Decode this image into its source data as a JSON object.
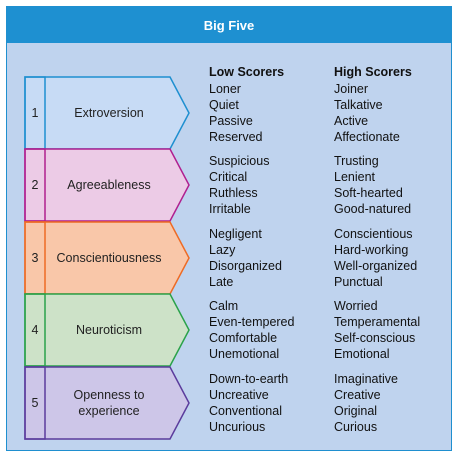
{
  "title": "Big Five",
  "headers": {
    "low": "Low Scorers",
    "high": "High Scorers"
  },
  "traits": [
    {
      "number": "1",
      "name": "Extroversion",
      "color": "#c7dbf5",
      "stroke": "#1e8fd0",
      "low": [
        "Loner",
        "Quiet",
        "Passive",
        "Reserved"
      ],
      "high": [
        "Joiner",
        "Talkative",
        "Active",
        "Affectionate"
      ]
    },
    {
      "number": "2",
      "name": "Agreeableness",
      "color": "#eccbe6",
      "stroke": "#b0208f",
      "low": [
        "Suspicious",
        "Critical",
        "Ruthless",
        "Irritable"
      ],
      "high": [
        "Trusting",
        "Lenient",
        "Soft-hearted",
        "Good-natured"
      ]
    },
    {
      "number": "3",
      "name": "Conscientiousness",
      "color": "#f9c7a9",
      "stroke": "#ee6b25",
      "low": [
        "Negligent",
        "Lazy",
        "Disorganized",
        "Late"
      ],
      "high": [
        "Conscientious",
        "Hard-working",
        "Well-organized",
        "Punctual"
      ]
    },
    {
      "number": "4",
      "name": "Neuroticism",
      "color": "#cde2c8",
      "stroke": "#2aa24a",
      "low": [
        "Calm",
        "Even-tempered",
        "Comfortable",
        "Unemotional"
      ],
      "high": [
        "Worried",
        "Temperamental",
        "Self-conscious",
        "Emotional"
      ]
    },
    {
      "number": "5",
      "name": "Openness to experience",
      "color": "#cdc6e8",
      "stroke": "#5b3c9c",
      "low": [
        "Down-to-earth",
        "Uncreative",
        "Conventional",
        "Uncurious"
      ],
      "high": [
        "Imaginative",
        "Creative",
        "Original",
        "Curious"
      ]
    }
  ]
}
